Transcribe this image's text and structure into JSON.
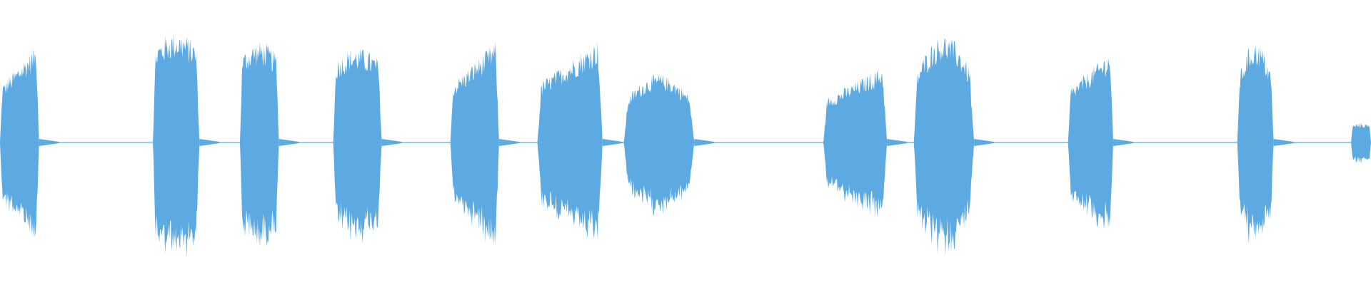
{
  "waveform": {
    "color": "#5DAAE2",
    "background": "#FFFFFF",
    "bursts": [
      {
        "start": 0.0,
        "end": 0.0285,
        "peak": 0.62,
        "shape": "rise"
      },
      {
        "start": 0.1115,
        "end": 0.1455,
        "peak": 0.68,
        "shape": "plateau"
      },
      {
        "start": 0.175,
        "end": 0.2035,
        "peak": 0.62,
        "shape": "plateau"
      },
      {
        "start": 0.243,
        "end": 0.2785,
        "peak": 0.58,
        "shape": "plateau"
      },
      {
        "start": 0.3285,
        "end": 0.364,
        "peak": 0.64,
        "shape": "rise"
      },
      {
        "start": 0.392,
        "end": 0.4395,
        "peak": 0.65,
        "shape": "rise"
      },
      {
        "start": 0.455,
        "end": 0.5065,
        "peak": 0.42,
        "shape": "dome"
      },
      {
        "start": 0.6005,
        "end": 0.647,
        "peak": 0.48,
        "shape": "rise"
      },
      {
        "start": 0.6665,
        "end": 0.7105,
        "peak": 0.66,
        "shape": "dome"
      },
      {
        "start": 0.779,
        "end": 0.812,
        "peak": 0.58,
        "shape": "rise"
      },
      {
        "start": 0.9025,
        "end": 0.929,
        "peak": 0.62,
        "shape": "dome"
      },
      {
        "start": 0.9855,
        "end": 1.0,
        "peak": 0.12,
        "shape": "plateau"
      }
    ]
  }
}
